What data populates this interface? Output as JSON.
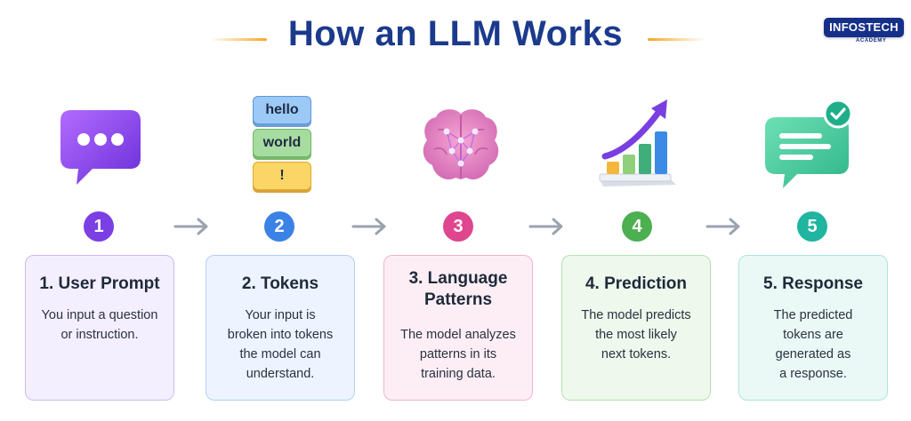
{
  "title": "How an LLM Works",
  "logo": {
    "name": "INFOSTECH",
    "subtitle": "ACADEMY"
  },
  "token_blocks": [
    "hello",
    "world",
    "!"
  ],
  "steps": [
    {
      "number": "1",
      "title": "1. User Prompt",
      "description": "You input a question\nor instruction.",
      "color": "#7b3fe4",
      "card_bg": "#f4efff",
      "card_border": "#cdb8f2",
      "icon": "chat-bubble-icon"
    },
    {
      "number": "2",
      "title": "2. Tokens",
      "description": "Your input is\nbroken into tokens\nthe model can\nunderstand.",
      "color": "#3b82e6",
      "card_bg": "#edf4ff",
      "card_border": "#b3cff5",
      "icon": "token-blocks-icon"
    },
    {
      "number": "3",
      "title": "3. Language\nPatterns",
      "description": "The model analyzes\npatterns in its\ntraining data.",
      "color": "#e0458f",
      "card_bg": "#fdeef5",
      "card_border": "#f0b4cf",
      "icon": "brain-icon"
    },
    {
      "number": "4",
      "title": "4. Prediction",
      "description": "The model predicts\nthe most likely\nnext tokens.",
      "color": "#4caf50",
      "card_bg": "#eef8ec",
      "card_border": "#b8e0b2",
      "icon": "bar-chart-icon"
    },
    {
      "number": "5",
      "title": "5. Response",
      "description": "The predicted\ntokens are\ngenerated as\na response.",
      "color": "#1fb5a0",
      "card_bg": "#ebf9f6",
      "card_border": "#ade4da",
      "icon": "response-bubble-icon"
    }
  ]
}
